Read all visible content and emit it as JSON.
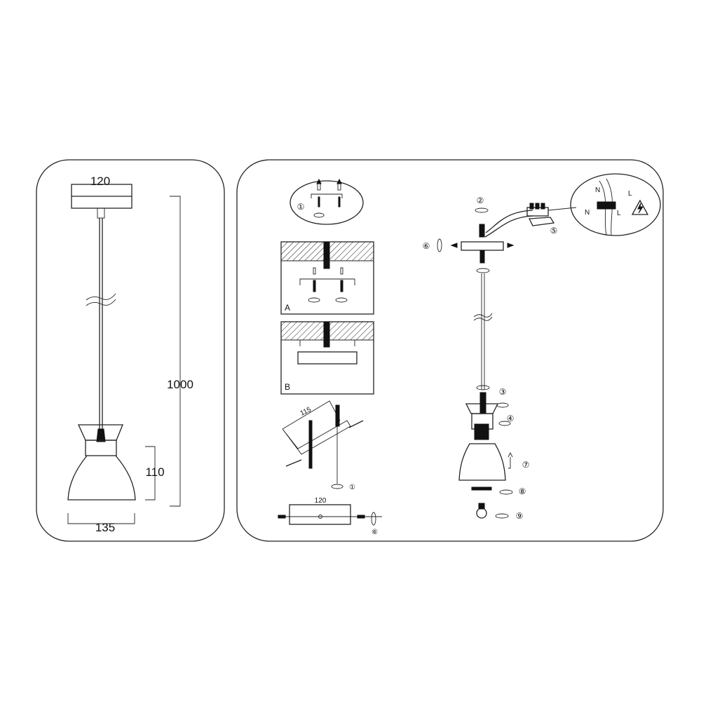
{
  "dimensions_panel": {
    "canopy_width": "120",
    "total_height": "1000",
    "shade_height": "110",
    "shade_width": "135"
  },
  "installation_panel": {
    "step_labels": [
      "①",
      "②",
      "③",
      "④",
      "⑤",
      "⑥",
      "⑦",
      "⑧",
      "⑨"
    ],
    "option_a_label": "A",
    "option_b_label": "B",
    "bracket_length": "115",
    "bracket_width": "120",
    "bracket_step": "①",
    "bracket_side_step": "⑥",
    "wiring": {
      "neutral_label": "N",
      "live_label": "L",
      "warning_icon": "high-voltage-warning-icon"
    }
  },
  "colors": {
    "line": "#222222",
    "background": "#ffffff"
  }
}
